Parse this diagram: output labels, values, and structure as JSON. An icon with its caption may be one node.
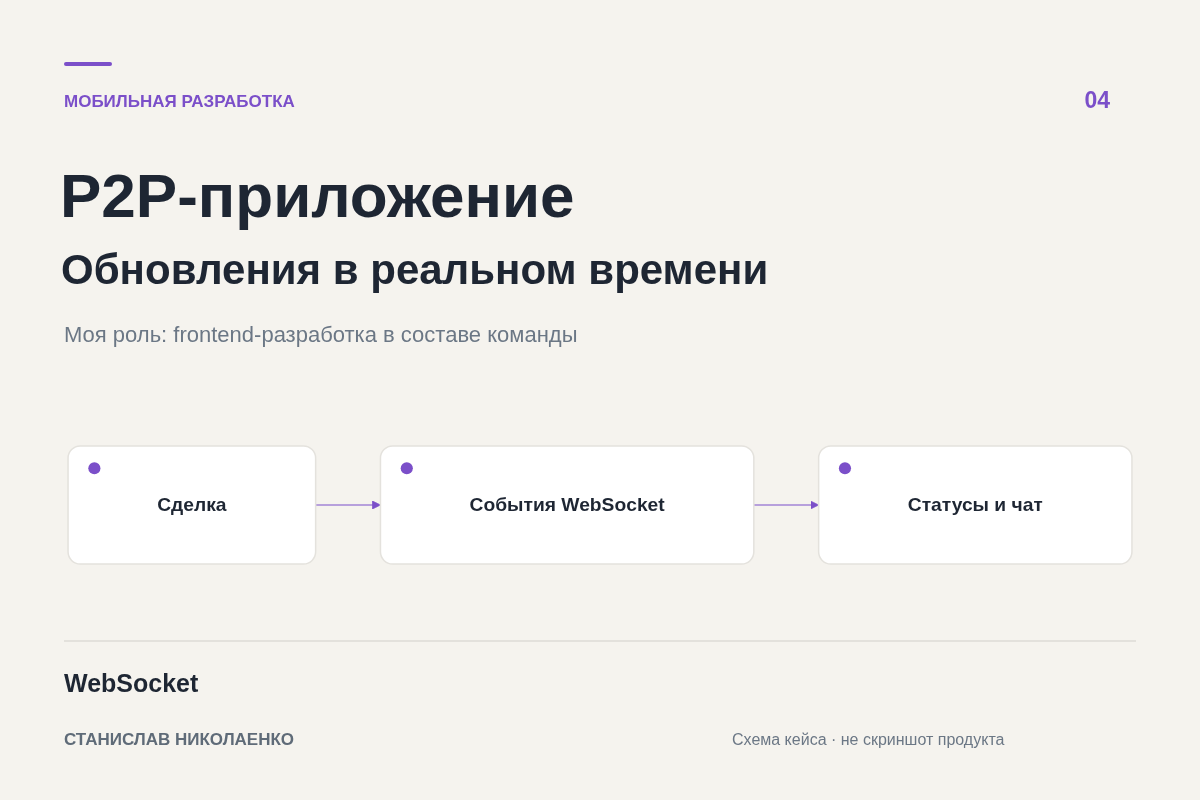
{
  "diagram": {
    "title": "P2P-приложение",
    "nodes": [
      {
        "text": [
          "Сделка"
        ]
      },
      {
        "text": [
          "События WebSocket"
        ]
      },
      {
        "text": [
          "Статусы и чат"
        ]
      }
    ],
    "edges": [
      {
        "from": 0,
        "to": 1,
        "arrow": "to"
      },
      {
        "from": 1,
        "to": 2,
        "arrow": "to"
      }
    ],
    "labels": [
      "МОБИЛЬНАЯ РАЗРАБОТКА",
      "04",
      "Обновления в реальном времени",
      "Моя роль: frontend-разработка в составе команды",
      "WebSocket",
      "СТАНИСЛАВ НИКОЛАЕНКО",
      "Схема кейса · не скриншот продукта"
    ]
  }
}
